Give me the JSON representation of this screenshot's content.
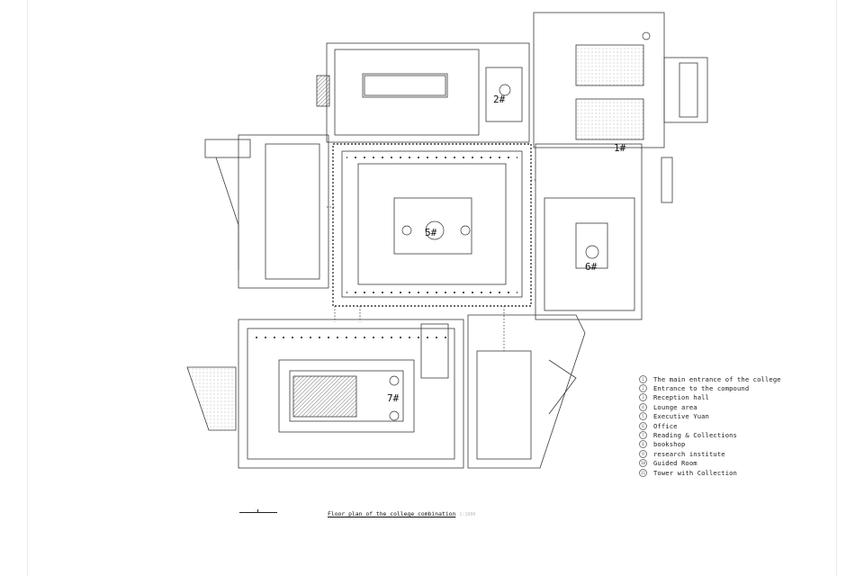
{
  "drawing": {
    "caption_title": "Floor plan of the college combination",
    "caption_scale": "1:1000",
    "building_labels": [
      "1#",
      "2#",
      "5#",
      "6#",
      "7#"
    ]
  },
  "legend": {
    "items": [
      {
        "num": "1",
        "label": "The main entrance of the college"
      },
      {
        "num": "2",
        "label": "Entrance to the compound"
      },
      {
        "num": "3",
        "label": "Reception hall"
      },
      {
        "num": "4",
        "label": "Lounge area"
      },
      {
        "num": "5",
        "label": "Executive Yuan"
      },
      {
        "num": "6",
        "label": "Office"
      },
      {
        "num": "7",
        "label": "Reading & Collections"
      },
      {
        "num": "8",
        "label": "bookshop"
      },
      {
        "num": "9",
        "label": "research institute"
      },
      {
        "num": "10",
        "label": "Guided Room"
      },
      {
        "num": "11",
        "label": "Tower with Collection"
      }
    ]
  },
  "colors": {
    "line": "#3a3a3a",
    "hatch": "#555555",
    "paper": "#ffffff"
  }
}
